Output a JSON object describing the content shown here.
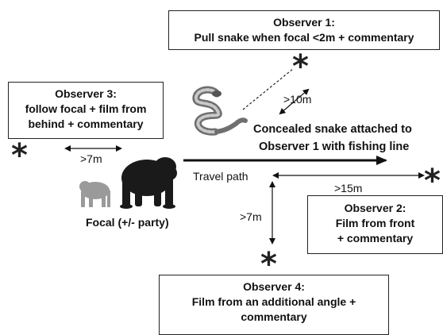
{
  "observer1": {
    "title": "Observer 1:",
    "line1": "Pull snake when focal <2m  + commentary"
  },
  "observer2": {
    "title": "Observer 2:",
    "line1": "Film from front",
    "line2": "+ commentary"
  },
  "observer3": {
    "title": "Observer 3:",
    "line1": "follow focal + film from",
    "line2": "behind + commentary"
  },
  "observer4": {
    "title": "Observer 4:",
    "line1": "Film from an additional angle +",
    "line2": "commentary"
  },
  "snake_label": {
    "line1": "Concealed snake attached to",
    "line2": "Observer 1 with fishing line"
  },
  "distances": {
    "snake": ">10m",
    "obs3": ">7m",
    "obs2": ">15m",
    "obs4": ">7m"
  },
  "travel_path": "Travel path",
  "focal_label": "Focal (+/- party)",
  "marker": "*",
  "icons": {
    "snake": "snake-icon",
    "chimp": "chimpanzee-icon",
    "chimp_small": "chimpanzee-small-icon"
  },
  "colors": {
    "line": "#111111",
    "chimp": "#1a1a1a",
    "chimp_small": "#9a9a9a",
    "snake": "#777777"
  }
}
